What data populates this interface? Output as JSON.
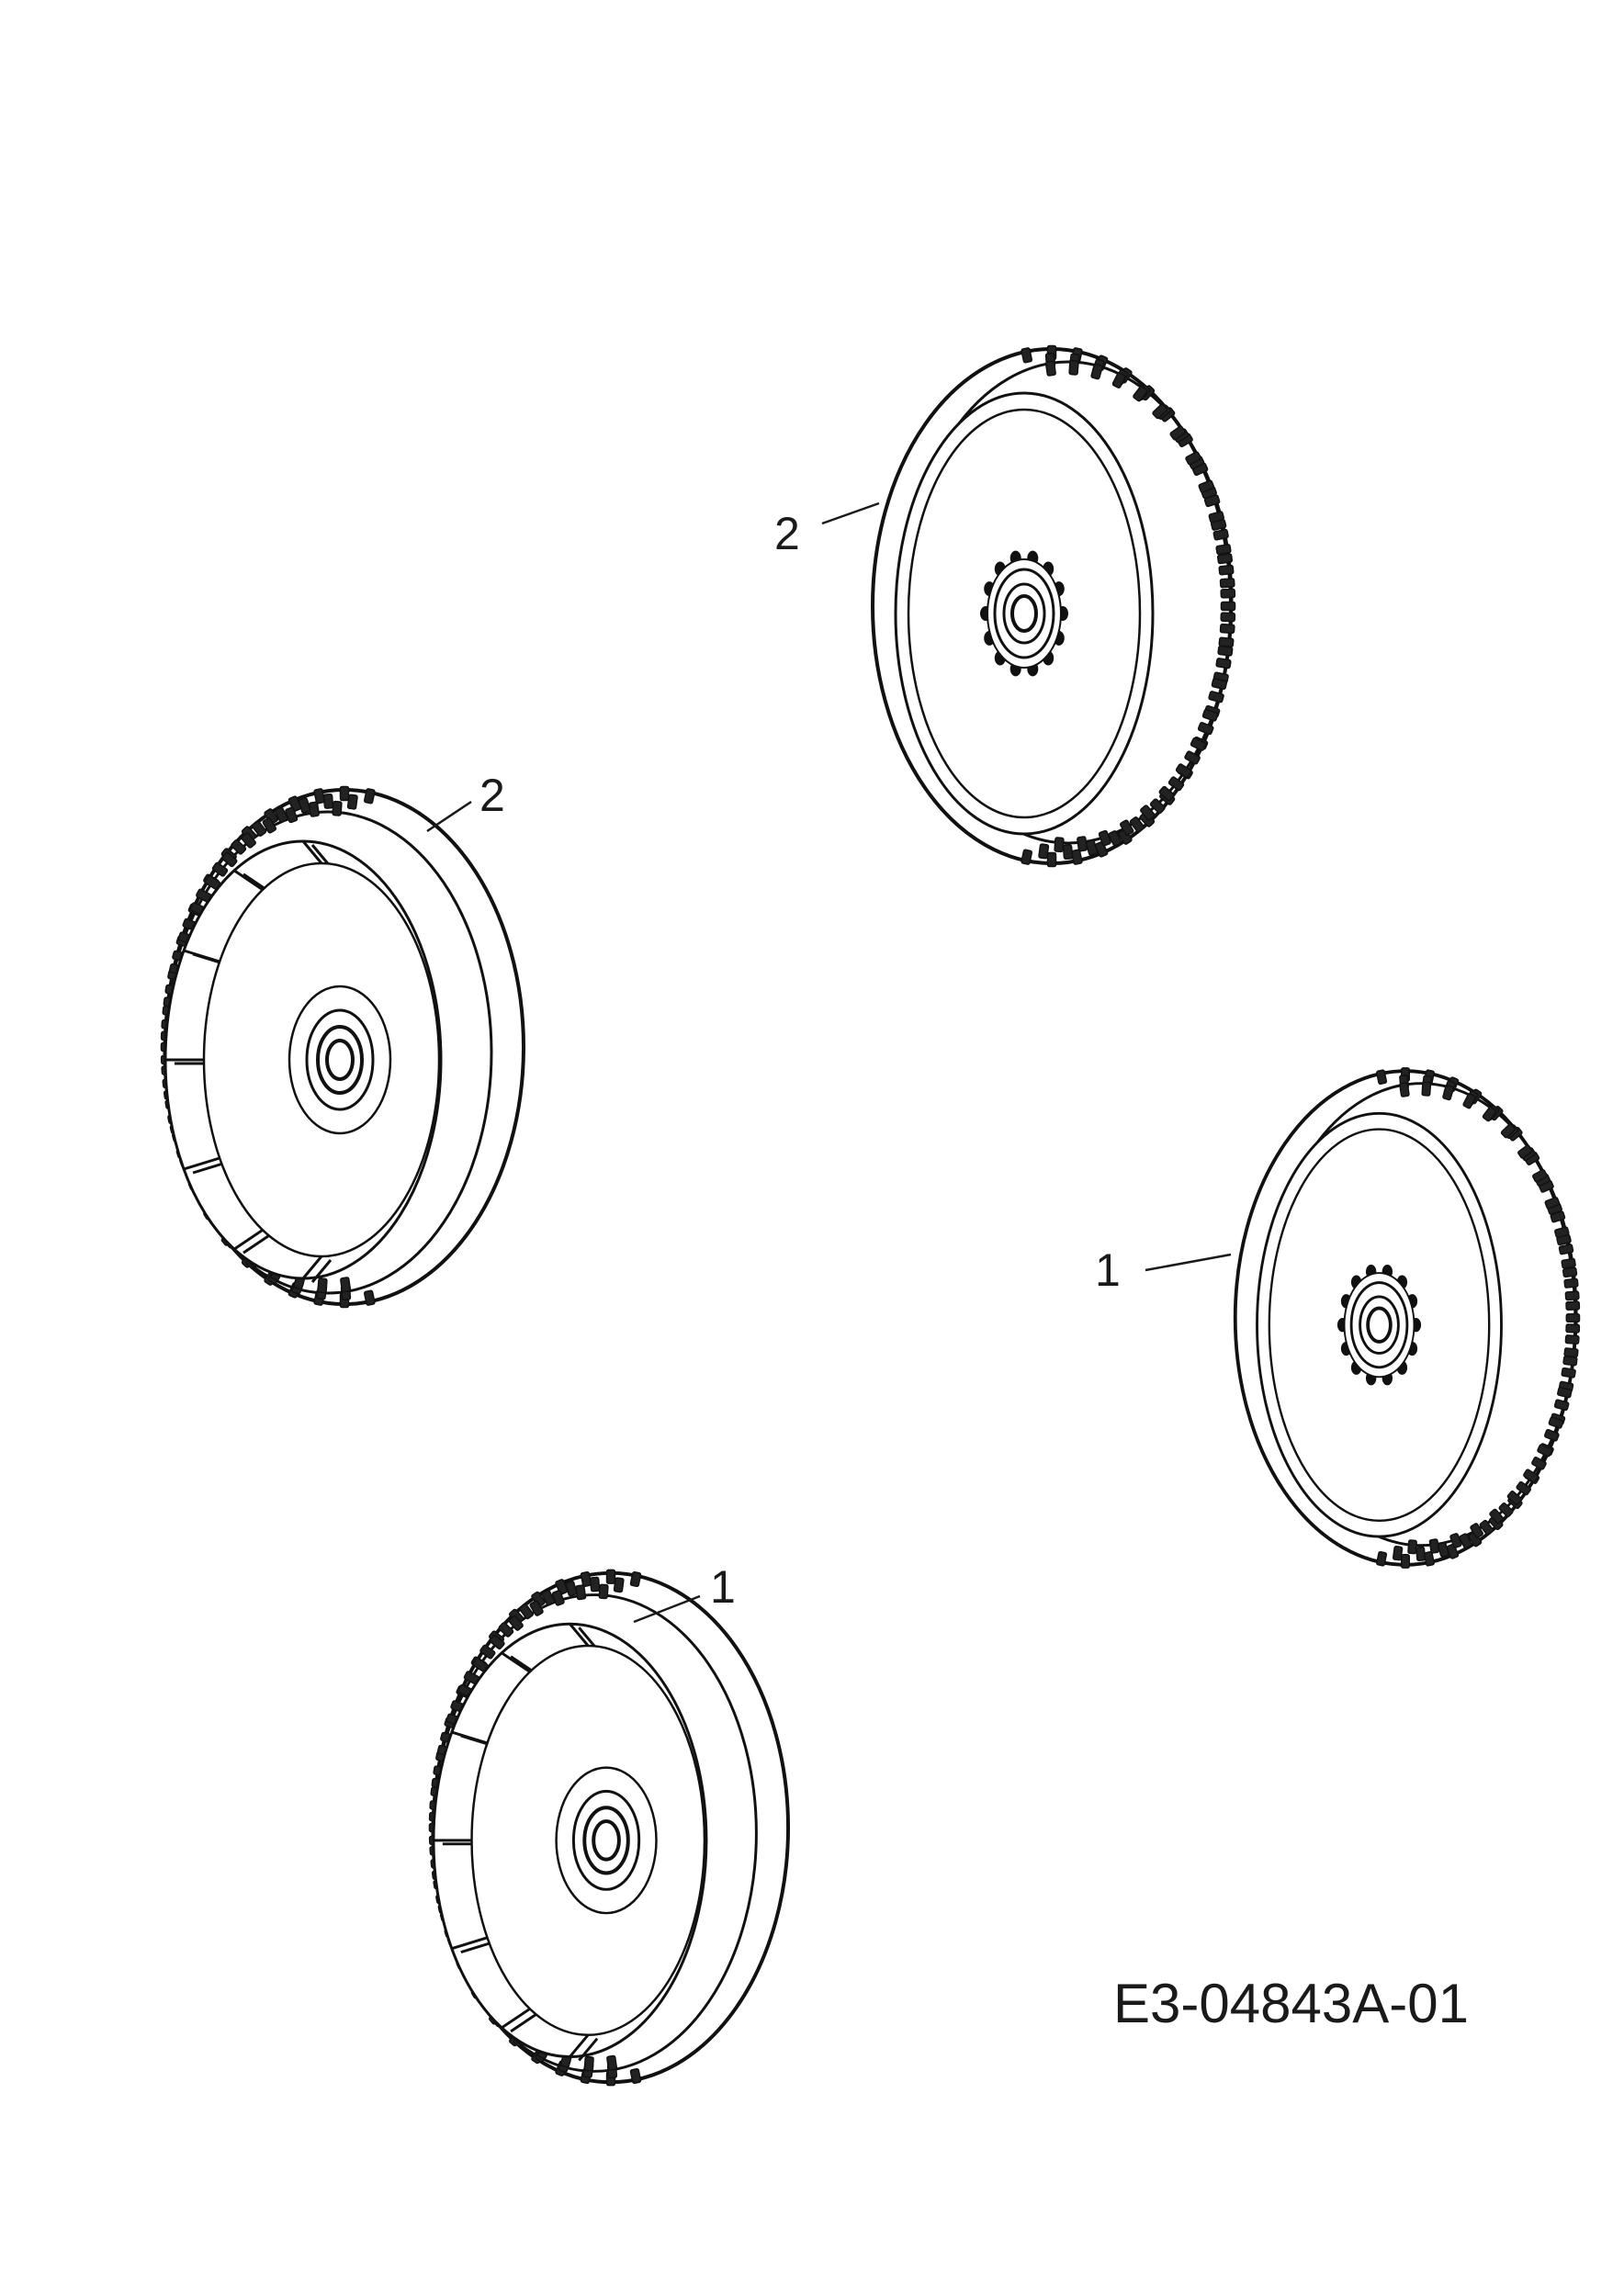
{
  "drawing": {
    "id": "E3-04843A-01"
  },
  "parts": [
    {
      "callout": "2",
      "view": "outer-face",
      "name": "wheel-upper-right"
    },
    {
      "callout": "2",
      "view": "inner-face",
      "name": "wheel-upper-left"
    },
    {
      "callout": "1",
      "view": "outer-face",
      "name": "wheel-lower-right"
    },
    {
      "callout": "1",
      "view": "inner-face",
      "name": "wheel-lower-left"
    }
  ],
  "icons": {
    "outer-face": "wheel-hub-sprocket-icon",
    "inner-face": "wheel-spoked-rim-icon"
  }
}
